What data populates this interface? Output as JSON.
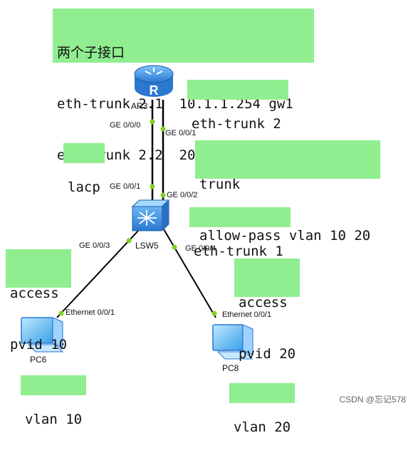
{
  "notes": {
    "subinterfaces": {
      "title": "两个子接口",
      "line1": "eth-trunk 2.1  10.1.1.254 gw1",
      "line2": "eth-trunk 2.2  20.1.1.254 gw2"
    },
    "router_trunk": "eth-trunk 2",
    "lacp": "lacp",
    "trunk": {
      "line1": "trunk",
      "line2": "allow-pass vlan 10 20"
    },
    "switch_trunk": "eth-trunk 1",
    "access_left": {
      "line1": "access",
      "line2": "pvid 10"
    },
    "access_right": {
      "line1": "access",
      "line2": "pvid 20"
    },
    "vlan_left": "vlan 10",
    "vlan_right": "vlan 20"
  },
  "devices": {
    "router": {
      "name": "AR3",
      "icon": "router-icon"
    },
    "switch": {
      "name": "LSW5",
      "icon": "switch-icon"
    },
    "pc_left": {
      "name": "PC6",
      "icon": "pc-icon"
    },
    "pc_right": {
      "name": "PC8",
      "icon": "pc-icon"
    }
  },
  "ports": {
    "ar_ge000": "GE 0/0/0",
    "ar_ge001": "GE 0/0/1",
    "sw_ge001": "GE 0/0/1",
    "sw_ge002": "GE 0/0/2",
    "sw_ge003": "GE 0/0/3",
    "sw_ge004": "GE 0/0/4",
    "pc6_eth": "Ethernet 0/0/1",
    "pc8_eth": "Ethernet 0/0/1"
  },
  "colors": {
    "note_bg": "#90ee90",
    "link": "#000000",
    "port_dot": "#7ed321",
    "device_blue": "#3a8ee6"
  },
  "watermark": "CSDN @忘记578"
}
